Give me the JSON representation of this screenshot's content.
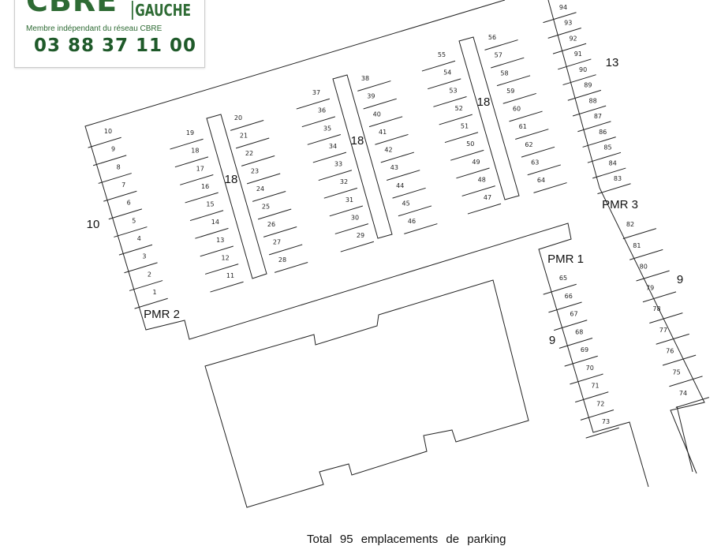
{
  "logo": {
    "brand": "CBRE",
    "sub": "GAUCHE",
    "tagline": "Membre indépendant du réseau CBRE",
    "phone": "03 88 37 11 00",
    "color": "#2e6b34"
  },
  "total": "Total 95 emplacements de parking",
  "group_labels": {
    "left": "10",
    "island1": "18",
    "island2": "18",
    "island3": "18",
    "top_right": "13",
    "right_outer": "9",
    "right_inner": "9"
  },
  "pmr": {
    "p1": "PMR 1",
    "p2": "PMR 2",
    "p3": "PMR 3"
  },
  "columns": [
    {
      "spots": [
        "10",
        "9",
        "8",
        "7",
        "6",
        "5",
        "4",
        "3",
        "2",
        "1"
      ]
    },
    {
      "spots": [
        "19",
        "18",
        "17",
        "16",
        "15",
        "14",
        "13",
        "12",
        "11"
      ]
    },
    {
      "spots": [
        "20",
        "21",
        "22",
        "23",
        "24",
        "25",
        "26",
        "27",
        "28"
      ]
    },
    {
      "spots": [
        "37",
        "36",
        "35",
        "34",
        "33",
        "32",
        "31",
        "30",
        "29"
      ]
    },
    {
      "spots": [
        "38",
        "39",
        "40",
        "41",
        "42",
        "43",
        "44",
        "45",
        "46"
      ]
    },
    {
      "spots": [
        "55",
        "54",
        "53",
        "52",
        "51",
        "50",
        "49",
        "48",
        "47"
      ]
    },
    {
      "spots": [
        "56",
        "57",
        "58",
        "59",
        "60",
        "61",
        "62",
        "63",
        "64"
      ]
    },
    {
      "spots": [
        "94",
        "93",
        "92",
        "91",
        "90",
        "89",
        "88",
        "87",
        "86",
        "85",
        "84",
        "83"
      ]
    },
    {
      "spots": [
        "65",
        "66",
        "67",
        "68",
        "69",
        "70",
        "71",
        "72",
        "73"
      ]
    },
    {
      "spots": [
        "82",
        "81",
        "80",
        "79",
        "78",
        "77",
        "76",
        "75",
        "74"
      ]
    }
  ]
}
